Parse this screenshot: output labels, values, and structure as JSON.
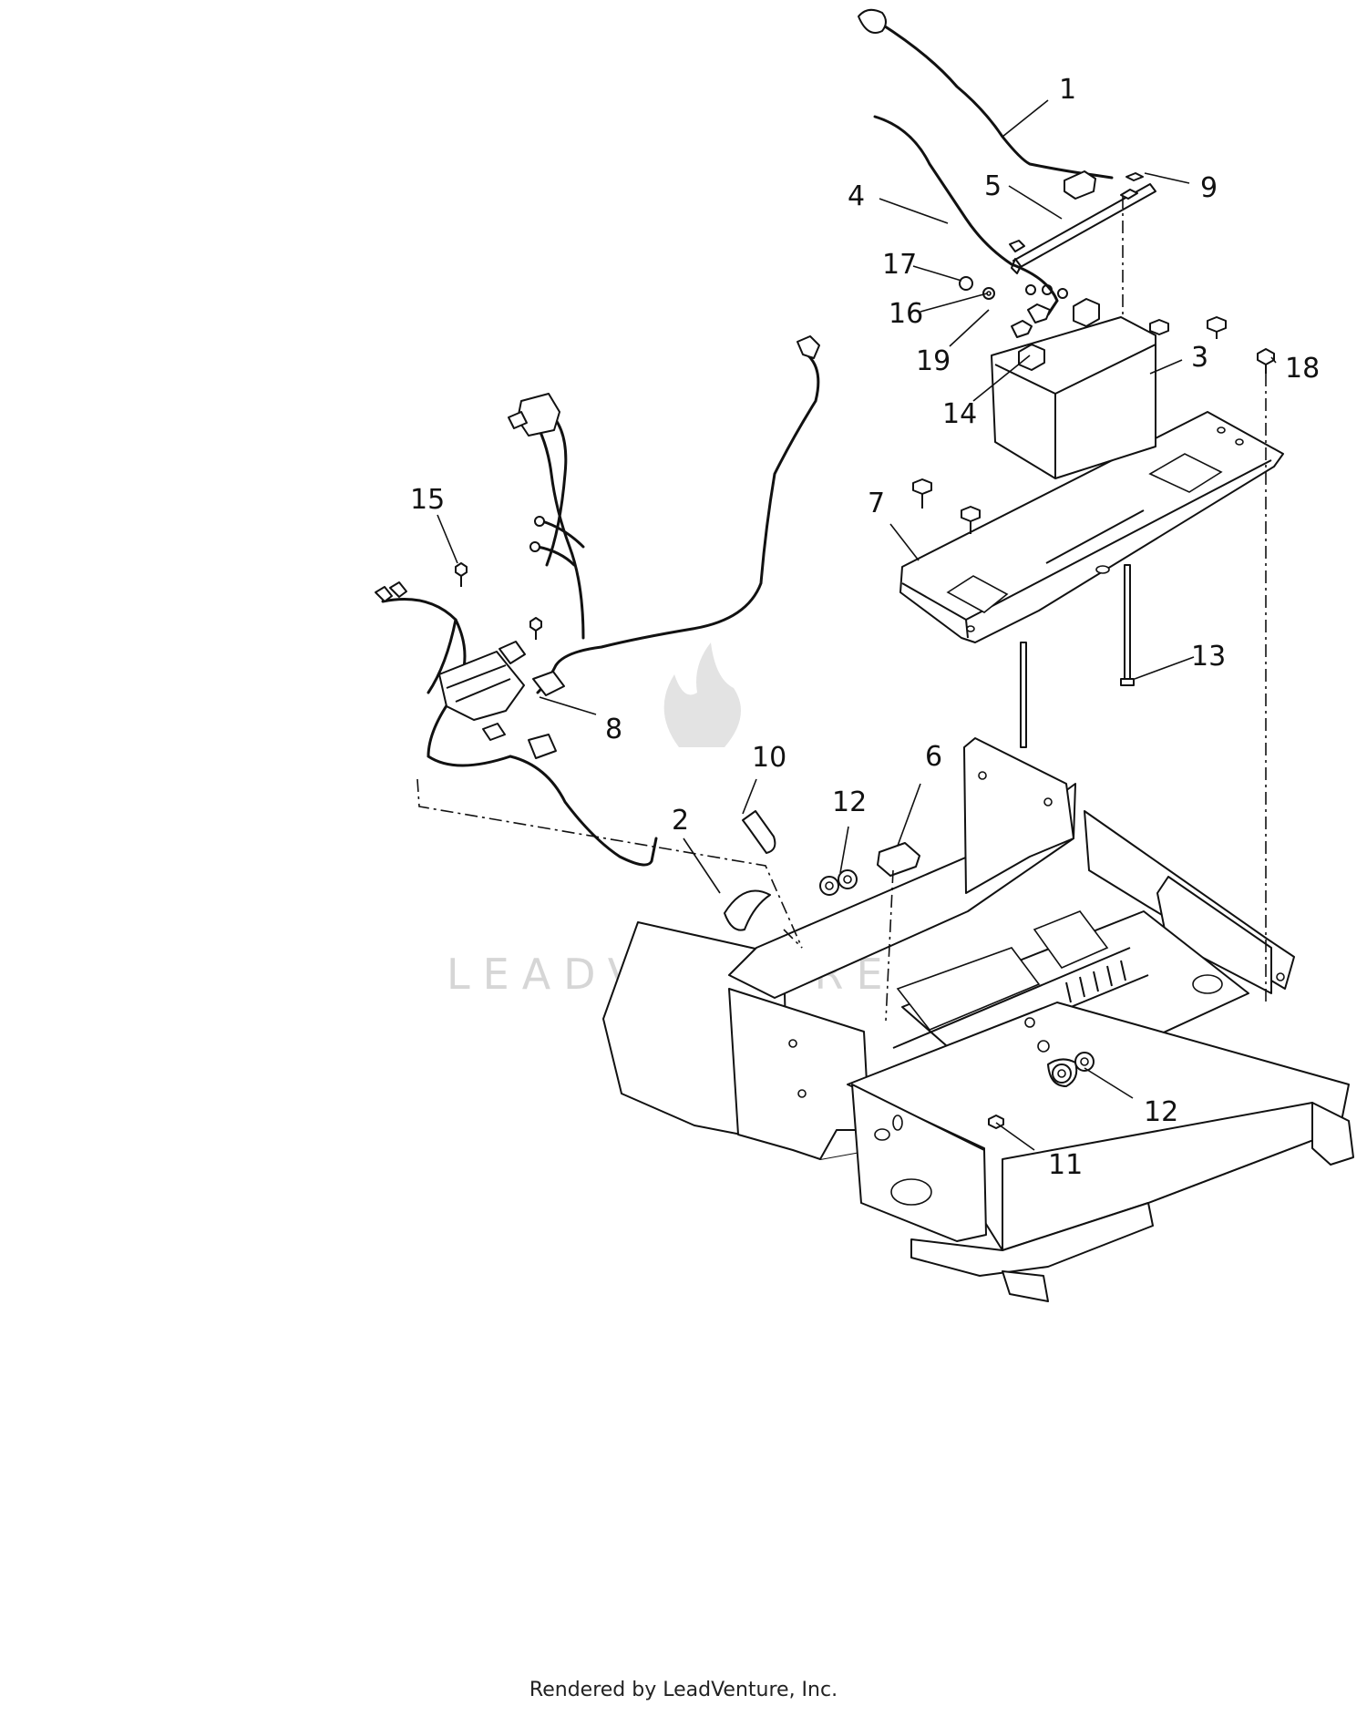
{
  "diagram": {
    "callouts": [
      {
        "id": "1",
        "label": "1"
      },
      {
        "id": "2",
        "label": "2"
      },
      {
        "id": "3",
        "label": "3"
      },
      {
        "id": "4",
        "label": "4"
      },
      {
        "id": "5",
        "label": "5"
      },
      {
        "id": "6",
        "label": "6"
      },
      {
        "id": "7",
        "label": "7"
      },
      {
        "id": "8",
        "label": "8"
      },
      {
        "id": "9",
        "label": "9"
      },
      {
        "id": "10",
        "label": "10"
      },
      {
        "id": "11",
        "label": "11"
      },
      {
        "id": "12a",
        "label": "12"
      },
      {
        "id": "12b",
        "label": "12"
      },
      {
        "id": "13",
        "label": "13"
      },
      {
        "id": "14",
        "label": "14"
      },
      {
        "id": "15",
        "label": "15"
      },
      {
        "id": "16",
        "label": "16"
      },
      {
        "id": "17",
        "label": "17"
      },
      {
        "id": "18",
        "label": "18"
      },
      {
        "id": "19",
        "label": "19"
      }
    ]
  },
  "watermark": {
    "text": "LEADVENTURE"
  },
  "footer": {
    "text": "Rendered by LeadVenture, Inc."
  },
  "colors": {
    "ink": "#111111",
    "background": "#ffffff",
    "watermark": "#d6d6d6"
  }
}
